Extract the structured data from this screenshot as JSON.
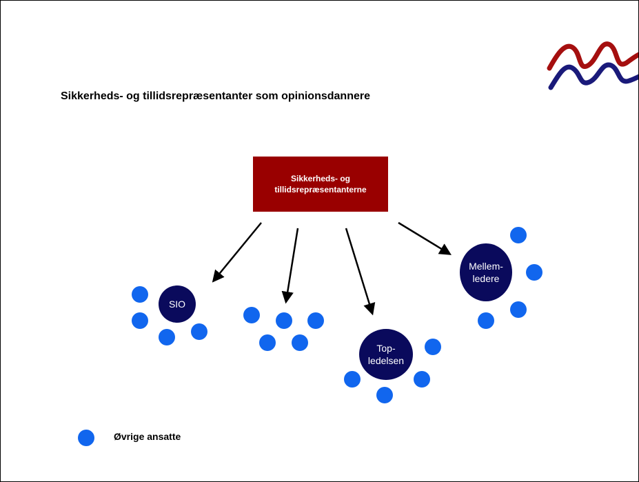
{
  "title": "Sikkerheds- og tillidsrepræsentanter som opinionsdannere",
  "source": {
    "line1": "Sikkerheds- og",
    "line2": "tillidsrepræsentanterne"
  },
  "groups": {
    "sio": {
      "line1": "SIO"
    },
    "topledelsen": {
      "line1": "Top-",
      "line2": "ledelsen"
    },
    "mellemledere": {
      "line1": "Mellem-",
      "line2": "ledere"
    }
  },
  "legend": {
    "label": "Øvrige ansatte"
  },
  "colors": {
    "source_box": "#990000",
    "group_circle": "#0a0a5c",
    "employee_dot": "#1166ee",
    "logo_red": "#a50f0f",
    "logo_blue": "#1a1a7a"
  }
}
